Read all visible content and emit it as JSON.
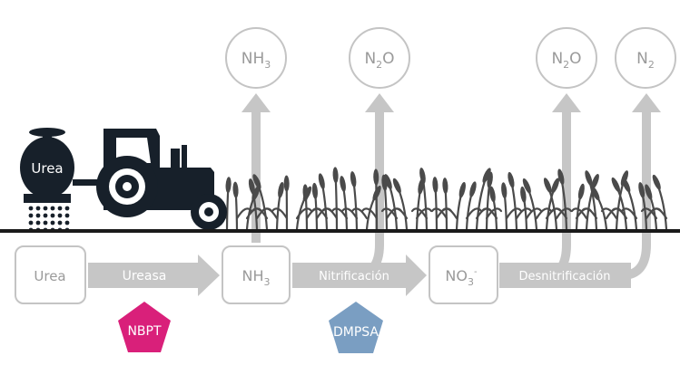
{
  "gases": {
    "nh3": {
      "base": "NH",
      "sub": "3"
    },
    "n2o_a": {
      "base": "N",
      "sub": "2",
      "tail": "O"
    },
    "n2o_b": {
      "base": "N",
      "sub": "2",
      "tail": "O"
    },
    "n2": {
      "base": "N",
      "sub": "2"
    }
  },
  "tank_label": "Urea",
  "boxes": {
    "urea": {
      "text": "Urea"
    },
    "nh3": {
      "base": "NH",
      "sub": "3"
    },
    "no3": {
      "base": "NO",
      "sub": "3",
      "sup": "-"
    }
  },
  "processes": {
    "ureasa": "Ureasa",
    "nitrificacion": "Nitrificación",
    "desnitrificacion": "Desnitrificación"
  },
  "inhibitors": {
    "nbpt": {
      "label": "NBPT",
      "color": "#d9207a"
    },
    "dmpsa": {
      "label": "DMPSA",
      "color": "#7a9ec2"
    }
  },
  "colors": {
    "arrow_gray": "#c6c6c6",
    "circle_stroke": "#c4c4c4",
    "text_gray": "#9a9a9a",
    "tractor": "#17202a",
    "ground": "#1a1a1a",
    "crop": "#4a4a4a"
  }
}
